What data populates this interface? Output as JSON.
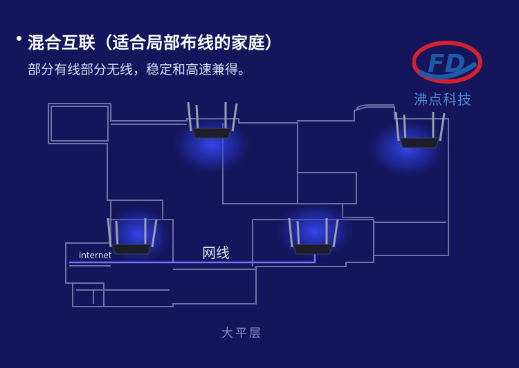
{
  "header": {
    "title": "混合互联（适合局部布线的家庭）",
    "subtitle": "部分有线部分无线，稳定和高速兼得。"
  },
  "logo": {
    "letters": "FD",
    "name": "沸点科技"
  },
  "floorplan": {
    "internet_label": "internet",
    "cable_label": "网线",
    "floor_label": "大平层"
  },
  "colors": {
    "background": "#14155a",
    "wall": "#6f73a8",
    "cable": "#6e72ff",
    "signal": "#3a4cff",
    "logo_red": "#d8202f",
    "logo_blue": "#1f5aa8"
  },
  "icons": [
    "bullet-dot-icon",
    "router-icon",
    "wifi-signal-icon",
    "company-logo-icon"
  ]
}
